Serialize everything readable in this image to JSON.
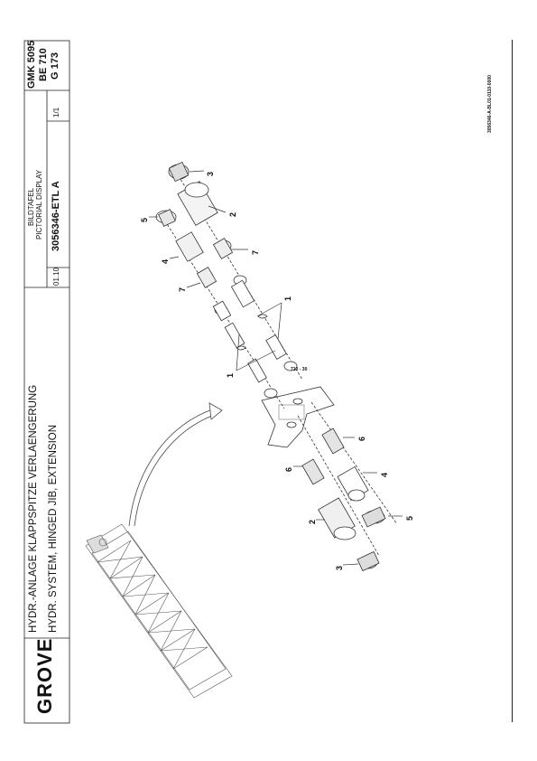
{
  "page_number": "710 - 30",
  "brand": "GROVE",
  "title_de": "HYDR.-ANLAGE KLAPPSPITZE VERLAENGERUNG",
  "title_en": "HYDR. SYSTEM, HINGED JIB, EXTENSION",
  "label_de": "BILDTAFEL",
  "label_en": "PICTORIAL DISPLAY",
  "date": "01.10",
  "doc_number": "3056346-ETL A",
  "sheet": "1/1",
  "model": "GMK 5095",
  "variant": "BE 710",
  "group": "G 173",
  "drawing_ref": "3056346-A-BL01-0110-0000",
  "callouts": [
    "1",
    "1",
    "2",
    "2",
    "3",
    "3",
    "4",
    "4",
    "5",
    "5",
    "6",
    "6",
    "7",
    "7"
  ]
}
